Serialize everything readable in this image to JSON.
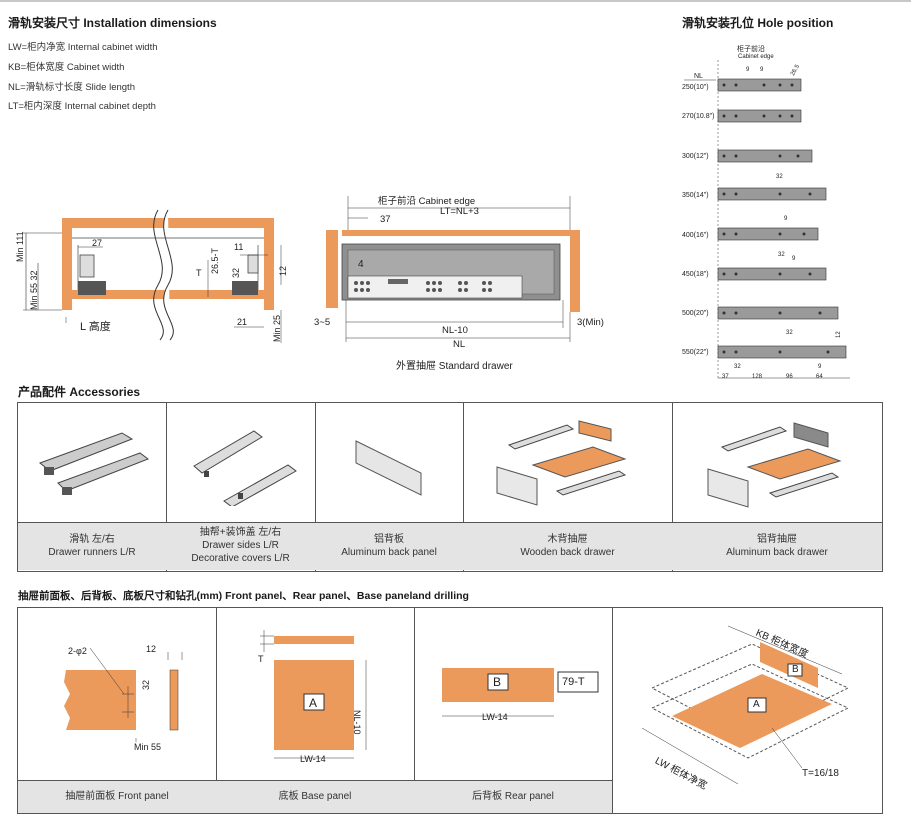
{
  "install": {
    "title": "滑轨安装尺寸 Installation dimensions",
    "defs": [
      "LW=柜内净宽  Internal cabinet width",
      "KB=柜体宽度  Cabinet width",
      "NL=滑轨标寸长度  Slide length",
      "LT=柜内深度  Internal cabinet depth"
    ],
    "left_dims": {
      "min111": "Min 111",
      "min55_32": "Min 55 32",
      "d27": "27",
      "l_label": "L 高度",
      "d11": "11",
      "d265t": "26.5-T",
      "d32": "32",
      "d12": "12",
      "d21": "21",
      "min25": "Min 25",
      "t": "T"
    },
    "drawer": {
      "edge_label": "柜子前沿 Cabinet edge",
      "lt_label": "LT=NL+3",
      "d37": "37",
      "d4": "4",
      "d35": "3~5",
      "nl10": "NL-10",
      "min3": "3(Min)",
      "nl": "NL",
      "caption": "外置抽屉 Standard drawer"
    }
  },
  "holes": {
    "title": "滑轨安装孔位 Hole position",
    "edge_cn": "柜子前沿",
    "edge_en": "Cabinet edge",
    "col_header": "NL",
    "rows": [
      "250(10\")",
      "270(10.8\")",
      "300(12\")",
      "350(14\")",
      "400(16\")",
      "450(18\")",
      "500(20\")",
      "550(22\")"
    ],
    "marks": {
      "m9a": "9",
      "m9b": "9",
      "m265": "26.5",
      "m32a": "32",
      "m9c": "9",
      "m32b": "32",
      "m9d": "9",
      "m32c": "32",
      "m9e": "9",
      "m12": "12",
      "m37": "37",
      "m32d": "32",
      "m128": "128",
      "m96": "96",
      "m64": "64"
    }
  },
  "accessories": {
    "title": "产品配件 Accessories",
    "items": [
      {
        "cn": "滑轨  左/右",
        "en": "Drawer runners  L/R"
      },
      {
        "cn": "抽帮+装饰盖  左/右",
        "en": "Drawer sides  L/R",
        "en2": "Decorative covers  L/R"
      },
      {
        "cn": "铝背板",
        "en": "Aluminum back panel"
      },
      {
        "cn": "木背抽屉",
        "en": "Wooden back drawer"
      },
      {
        "cn": "铝背抽屉",
        "en": "Aluminum back drawer"
      }
    ]
  },
  "panels": {
    "title": "抽屉前面板、后背板、底板尺寸和钻孔(mm)   Front panel、Rear panel、Base paneland drilling",
    "front": {
      "hole": "2-φ2",
      "d12": "12",
      "d32": "32",
      "min55": "Min 55",
      "caption": "抽屉前面板    Front panel"
    },
    "base": {
      "t": "T",
      "a": "A",
      "nl10": "NL-10",
      "lw14": "LW-14",
      "caption": "底板   Base panel"
    },
    "rear": {
      "b": "B",
      "d79": "79-T",
      "lw14": "LW-14",
      "caption": "后背板   Rear panel"
    },
    "iso": {
      "kb": "KB 柜体宽度",
      "lw": "LW 柜体净宽",
      "b": "B",
      "a": "A",
      "t": "T=16/18"
    }
  },
  "colors": {
    "orange": "#ec9a5c",
    "grey": "#8a8a8a",
    "caption_bg": "#e4e4e4"
  }
}
